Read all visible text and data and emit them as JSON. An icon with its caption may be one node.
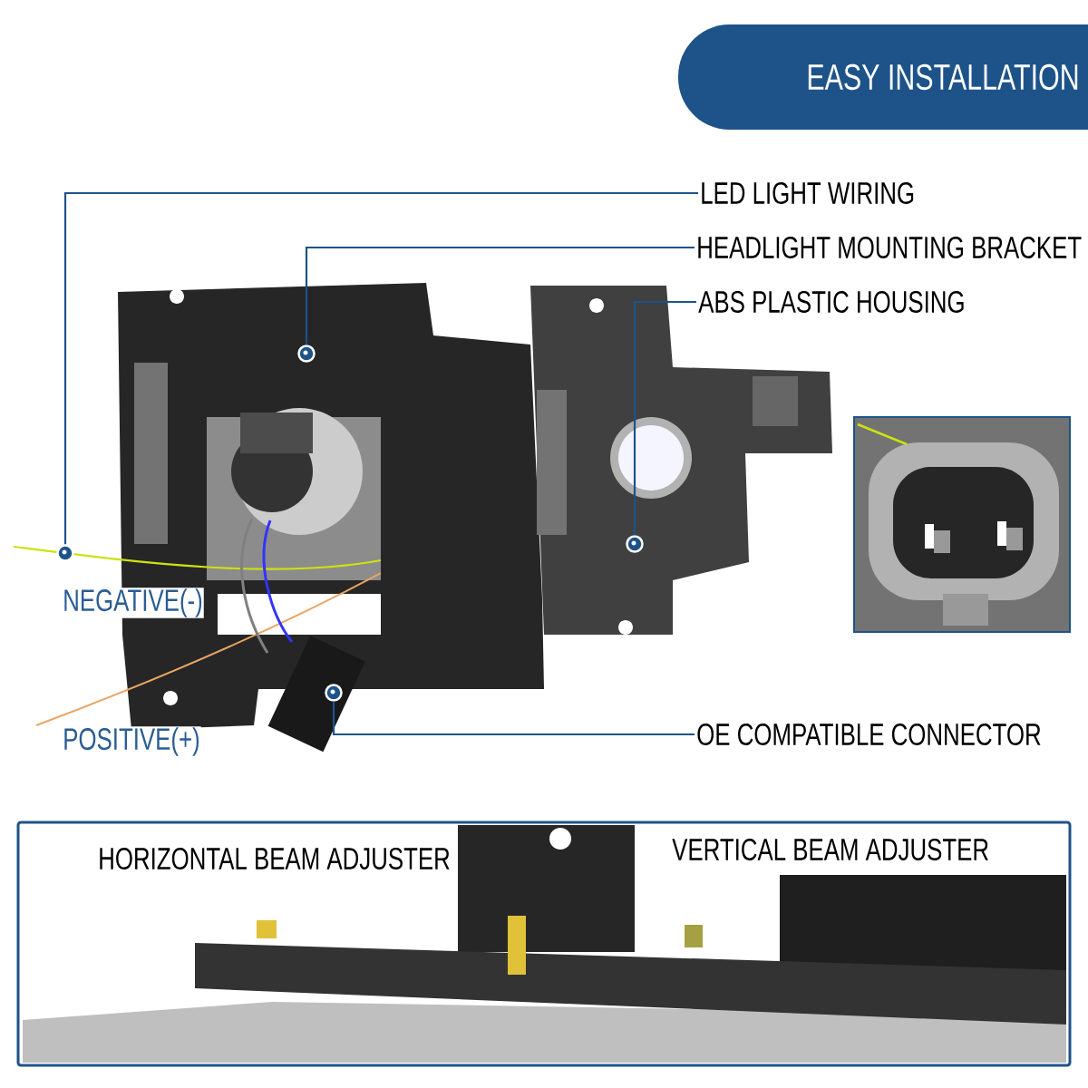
{
  "diagram": {
    "nodes": [
      {
        "text": [
          "EASY INSTALLATION"
        ]
      },
      {
        "text": [
          "LED LIGHT WIRING"
        ]
      },
      {
        "text": [
          "HEADLIGHT MOUNTING BRACKET"
        ]
      },
      {
        "text": [
          "ABS PLASTIC HOUSING"
        ]
      },
      {
        "text": [
          "OE COMPATIBLE CONNECTOR"
        ]
      },
      {
        "text": [],
        "shape": "circle"
      },
      {
        "text": [],
        "shape": "circle"
      },
      {
        "text": [],
        "shape": "circle"
      },
      {
        "text": [],
        "shape": "circle"
      }
    ],
    "edges": [
      {
        "from": 1,
        "to": 5,
        "arrow": "none"
      },
      {
        "from": 2,
        "to": 6,
        "arrow": "none"
      },
      {
        "from": 3,
        "to": 8,
        "arrow": "none"
      },
      {
        "from": 4,
        "to": 7,
        "arrow": "none"
      }
    ],
    "labels": [
      "NEGATIVE(-)",
      "POSITIVE(+)",
      "HORIZONTAL BEAM ADJUSTER",
      "VERTICAL BEAM ADJUSTER"
    ]
  }
}
